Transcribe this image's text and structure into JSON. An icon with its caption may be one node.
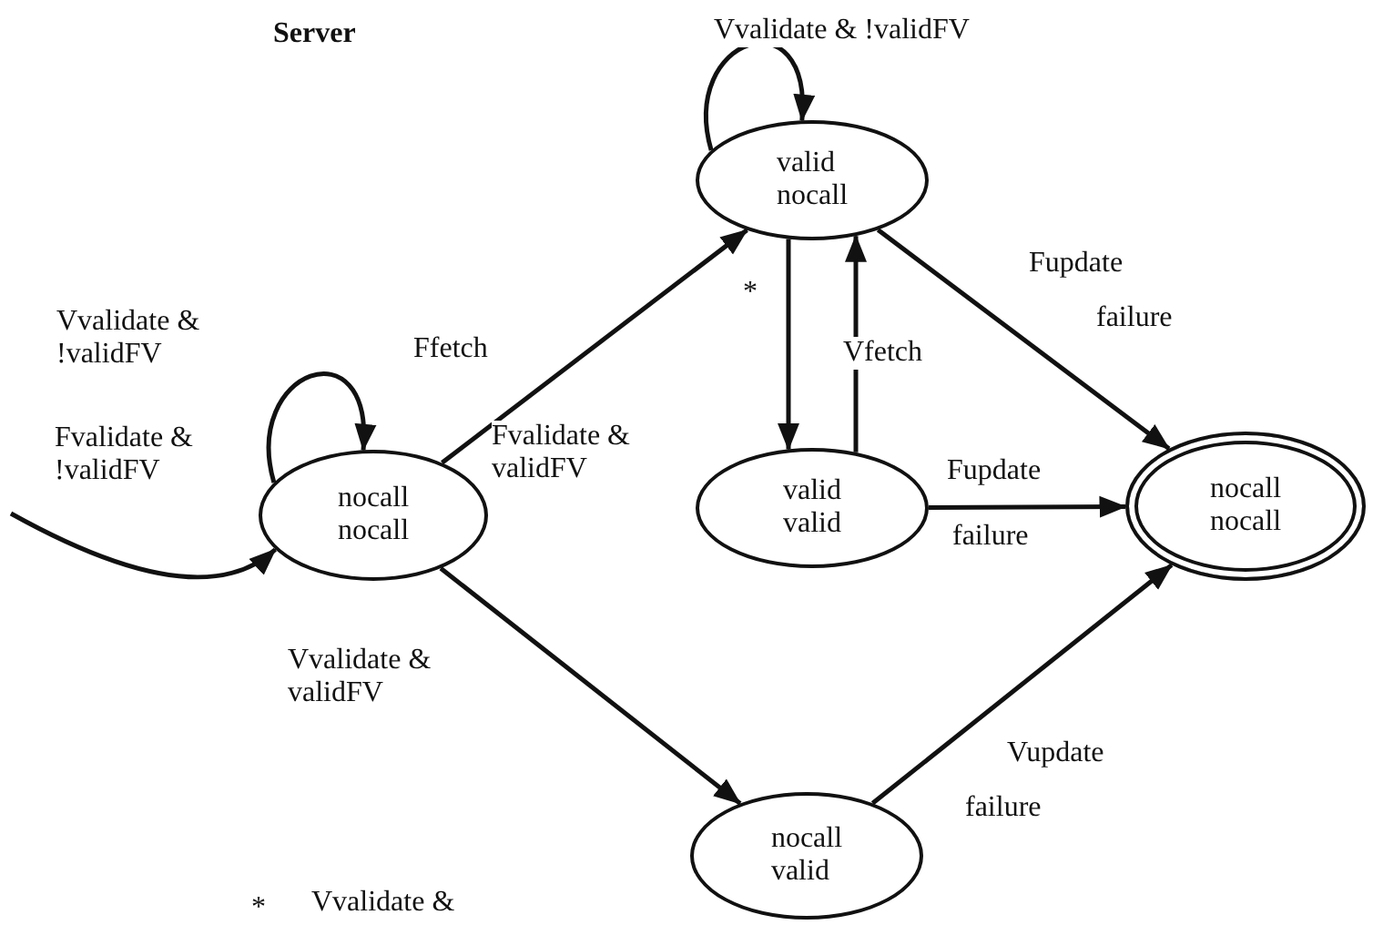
{
  "diagram": {
    "nodes": [
      {
        "text": [
          "nocall nocall"
        ]
      },
      {
        "text": [
          "valid nocall"
        ]
      },
      {
        "text": [
          "valid valid"
        ]
      },
      {
        "text": [
          "nocall nocall"
        ]
      },
      {
        "text": [
          "nocall valid"
        ]
      }
    ],
    "edges": [
      {
        "from": null,
        "to": 0,
        "arrow": "to"
      },
      {
        "from": 0,
        "to": 0,
        "arrow": "to",
        "label": "Fvalidate & !validFV"
      },
      {
        "from": 0,
        "to": 1,
        "arrow": "to",
        "label": "Ffetch"
      },
      {
        "from": 1,
        "to": 1,
        "arrow": "to",
        "label": "Vvalidate & !validFV"
      },
      {
        "from": 1,
        "to": 2,
        "arrow": "to",
        "label": "*"
      },
      {
        "from": 2,
        "to": 1,
        "arrow": "to",
        "label": "Vfetch"
      },
      {
        "from": 1,
        "to": 3,
        "arrow": "to",
        "label": "Fupdate"
      },
      {
        "from": 2,
        "to": 3,
        "arrow": "to",
        "label": "Fupdate"
      },
      {
        "from": 0,
        "to": 4,
        "arrow": "to",
        "label": "Vvalidate & validFV"
      },
      {
        "from": 4,
        "to": 3,
        "arrow": "to",
        "label": "Vupdate"
      }
    ],
    "labels": [
      "Server",
      "Vvalidate & !validFV",
      "Fvalidate & validFV",
      "failure",
      "failure",
      "failure",
      "*",
      "Vvalidate &"
    ]
  }
}
